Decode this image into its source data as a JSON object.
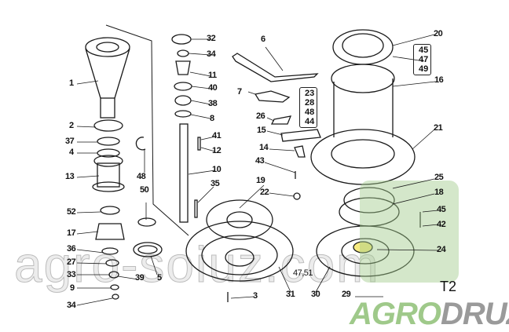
{
  "diagram": {
    "sheet_label": "T2",
    "watermark": "agro-soiuz.com",
    "logo": {
      "part1": "AGRO",
      "part2": "DRUZI"
    },
    "callouts": {
      "c1": "1",
      "c2": "2",
      "c37": "37",
      "c4": "4",
      "c13": "13",
      "c52": "52",
      "c17": "17",
      "c36": "36",
      "c27": "27",
      "c33": "33",
      "c9": "9",
      "c34a": "34",
      "c48": "48",
      "c50": "50",
      "c5": "5",
      "c39": "39",
      "c32": "32",
      "c34b": "34",
      "c11": "11",
      "c40": "40",
      "c38": "38",
      "c8": "8",
      "c41": "41",
      "c12": "12",
      "c10": "10",
      "c35": "35",
      "c19": "19",
      "c22": "22",
      "c3": "3",
      "c31": "31",
      "c30": "30",
      "c4751": "47,51",
      "c6": "6",
      "c7": "7",
      "c26": "26",
      "c15": "15",
      "c14": "14",
      "c43": "43",
      "c20": "20",
      "c16": "16",
      "c21": "21",
      "c25": "25",
      "c18": "18",
      "c45": "45",
      "c42": "42",
      "c24": "24",
      "c29": "29"
    },
    "group_box_a": [
      "23",
      "28",
      "48",
      "44"
    ],
    "group_box_b": [
      "45",
      "47",
      "49"
    ],
    "colors": {
      "line": "#1a1a1a",
      "logo_green": "#9fc98a",
      "logo_gray": "#9a9a9a",
      "highlight": "#f3e24a"
    }
  }
}
